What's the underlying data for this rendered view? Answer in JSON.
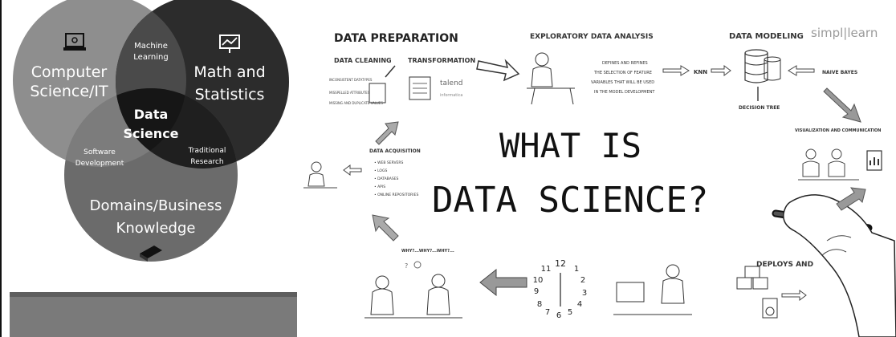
{
  "venn": {
    "left_label_1": "Computer",
    "left_label_2": "Science/IT",
    "right_label_1": "Math and",
    "right_label_2": "Statistics",
    "bottom_label_1": "Domains/Business",
    "bottom_label_2": "Knowledge",
    "overlap_top_1": "Machine",
    "overlap_top_2": "Learning",
    "overlap_left_1": "Software",
    "overlap_left_2": "Development",
    "overlap_right_1": "Traditional",
    "overlap_right_2": "Research",
    "center_1": "Data",
    "center_2": "Science",
    "colors": {
      "left": "#8c8c8c",
      "right": "#2b2b2b",
      "bottom": "#6a6a6a",
      "center": "#1c1c1c"
    }
  },
  "infographic": {
    "title_line_1": "WHAT IS",
    "title_line_2": "DATA SCIENCE?",
    "brand": "simpl|learn",
    "data_preparation": "DATA PREPARATION",
    "data_cleaning": "DATA CLEANING",
    "transformation": "TRANSFORMATION",
    "cleaning_items": [
      "INCONSISTENT DATATYPES",
      "MISSPELLED ATTRIBUTES",
      "MISSING AND DUPLICATE VALUES"
    ],
    "talend": "talend",
    "informatica": "informatica",
    "eda": "EXPLORATORY DATA ANALYSIS",
    "eda_text": [
      "DEFINES AND REFINES",
      "THE SELECTION OF FEATURE",
      "VARIABLES THAT WILL BE USED",
      "IN THE MODEL DEVELOPMENT"
    ],
    "data_modeling": "DATA MODELING",
    "knn": "KNN",
    "naive_bayes": "NAIVE BAYES",
    "decision_tree": "DECISION TREE",
    "visualization": "VISUALIZATION AND COMMUNICATION",
    "data_acquisition": "DATA ACQUISITION",
    "acquisition_items": [
      "• WEB SERVERS",
      "• LOGS",
      "• DATABASES",
      "• APIS",
      "• ONLINE REPOSITORIES"
    ],
    "why": "WHY?...WHY?...WHY?...",
    "deploys": "DEPLOYS AND",
    "clock_numbers": [
      "12",
      "1",
      "2",
      "3",
      "4",
      "5",
      "6",
      "7",
      "8",
      "9",
      "10",
      "11"
    ]
  }
}
